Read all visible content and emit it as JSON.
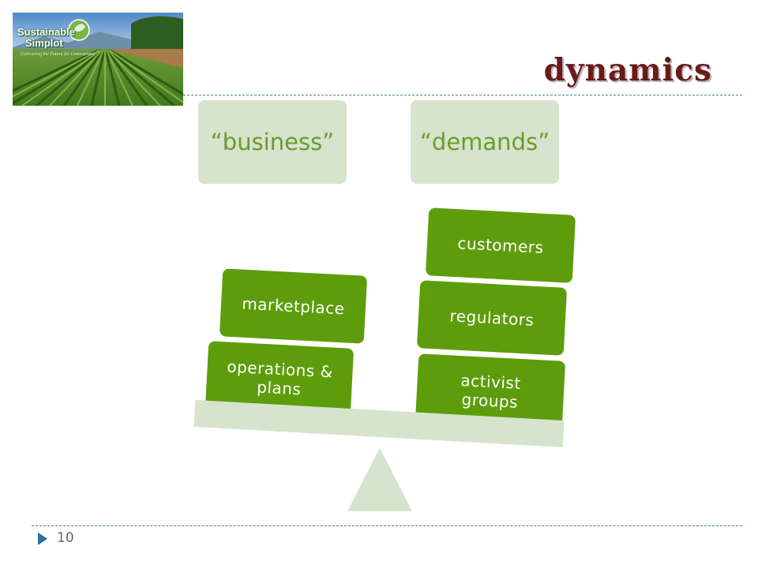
{
  "logo": {
    "word_line1": "Sustainable",
    "word_line2": "Simplot",
    "tagline": "Cultivating the Future for Generations"
  },
  "title": "dynamics",
  "headers": {
    "business": "“business”",
    "demands": "“demands”"
  },
  "left_blocks": {
    "top": "marketplace",
    "bottom_line1": "operations &",
    "bottom_line2": "plans"
  },
  "right_blocks": {
    "top": "customers",
    "middle": "regulators",
    "bottom_line1": "activist",
    "bottom_line2": "groups"
  },
  "page_number": "10",
  "colors": {
    "green_block": "#5d9d0b",
    "light_green": "#d6e3cd",
    "header_text": "#6a9c2a",
    "title": "#6b1a1a",
    "rule": "#3f7fa6"
  }
}
